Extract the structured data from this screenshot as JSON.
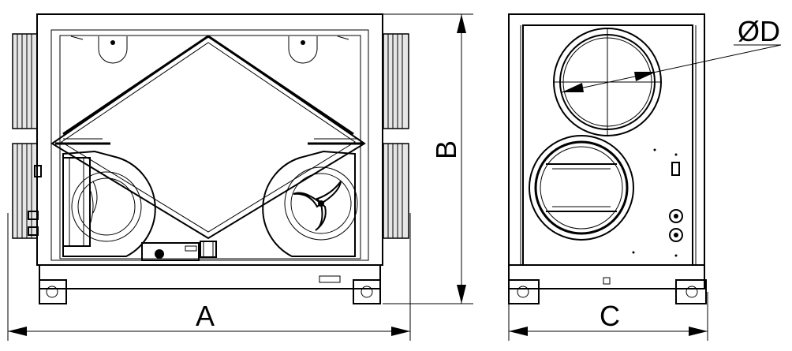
{
  "dimensions": {
    "a": "A",
    "b": "B",
    "c": "C",
    "d": "ØD"
  }
}
